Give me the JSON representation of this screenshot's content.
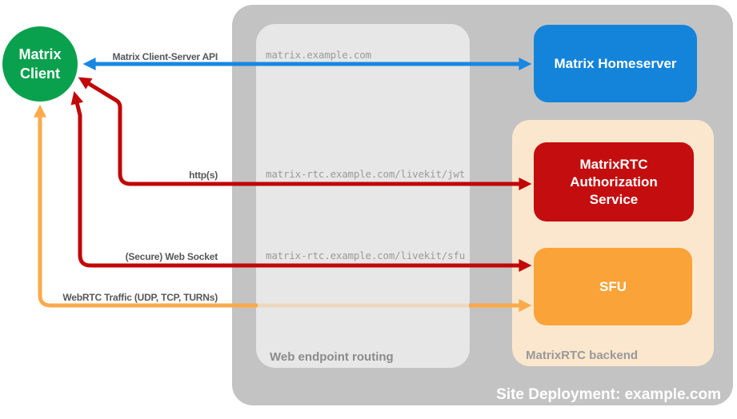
{
  "containers": {
    "site": {
      "label": "Site Deployment: example.com"
    },
    "web_routing": {
      "label": "Web endpoint routing"
    },
    "rtc_backend": {
      "label": "MatrixRTC backend"
    }
  },
  "client": {
    "label": "Matrix Client"
  },
  "nodes": {
    "homeserver": {
      "label": "Matrix Homeserver"
    },
    "auth": {
      "label": "MatrixRTC Authorization Service"
    },
    "sfu": {
      "label": "SFU"
    }
  },
  "connections": [
    {
      "protocol": "Matrix Client-Server API",
      "route": "matrix.example.com",
      "from": "Matrix Client",
      "to": "Matrix Homeserver",
      "bidirectional": true,
      "color": "#1787e3"
    },
    {
      "protocol": "http(s)",
      "route": "matrix-rtc.example.com/livekit/jwt",
      "from": "Matrix Client",
      "to": "MatrixRTC Authorization Service",
      "bidirectional": true,
      "color": "#c10708"
    },
    {
      "protocol": "(Secure) Web Socket",
      "route": "matrix-rtc.example.com/livekit/sfu",
      "from": "Matrix Client",
      "to": "SFU",
      "bidirectional": true,
      "color": "#c10708"
    },
    {
      "protocol": "WebRTC Traffic (UDP, TCP, TURNs)",
      "route": "",
      "from": "Matrix Client",
      "to": "SFU",
      "bidirectional": true,
      "color": "#fbaa4b"
    }
  ],
  "colors": {
    "outer_gray": "#c3c3c3",
    "inner_gray": "#e7e7e7",
    "backend_peach": "#fbe7cd",
    "client_green": "#0aa14e",
    "homeserver_blue": "#1484db",
    "arrow_blue": "#1787e3",
    "auth_red": "#c40d0e",
    "arrow_red": "#c10708",
    "sfu_orange": "#f9a339",
    "arrow_orange": "#fbaa4b",
    "arrow_orange_muted": "#ecd9c1",
    "protocol_text": "#57575a",
    "route_text": "#9b9b9b",
    "routing_label": "#8b8b8b",
    "backend_label": "#999999",
    "white": "#ffffff"
  }
}
